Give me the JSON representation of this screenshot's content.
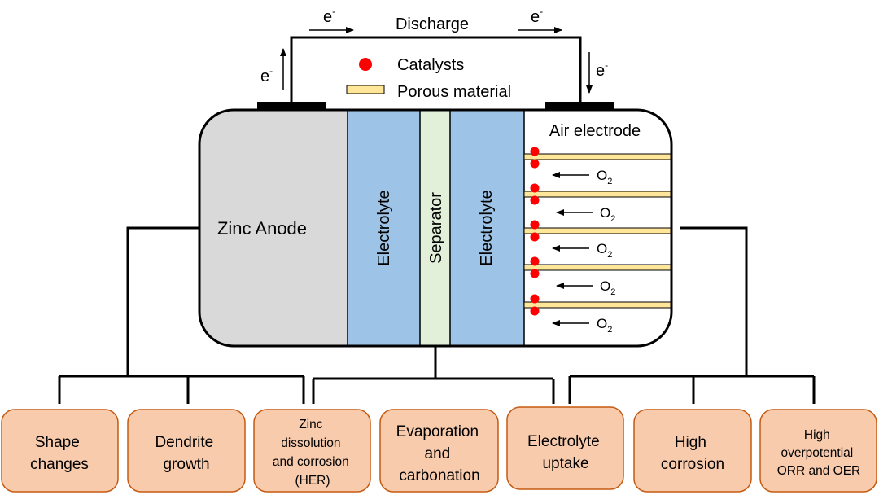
{
  "circuit": {
    "title": "Discharge",
    "electron_symbol": "e",
    "electron_superscript": "-"
  },
  "legend": {
    "catalysts": "Catalysts",
    "porous_material": "Porous material"
  },
  "battery": {
    "zinc_anode": "Zinc Anode",
    "electrolyte_left": "Electrolyte",
    "separator": "Separator",
    "electrolyte_right": "Electrolyte",
    "air_electrode": "Air electrode",
    "oxygen_symbol": "O",
    "oxygen_subscript": "2"
  },
  "issues": {
    "shape_changes": [
      "Shape",
      "changes"
    ],
    "dendrite_growth": [
      "Dendrite",
      "growth"
    ],
    "zinc_dissolution": [
      "Zinc",
      "dissolution",
      "and corrosion",
      "(HER)"
    ],
    "evaporation": [
      "Evaporation",
      "and",
      "carbonation"
    ],
    "electrolyte_uptake": [
      "Electrolyte",
      "uptake"
    ],
    "high_corrosion": [
      "High",
      "corrosion"
    ],
    "high_overpotential": [
      "High",
      "overpotential",
      "ORR and OER"
    ]
  },
  "colors": {
    "anode": "#d9d9d9",
    "electrolyte": "#9dc3e6",
    "separator": "#e2efd9",
    "porous": "#ffe699",
    "catalyst": "#ff0000",
    "issue_box_fill": "#f8cbad",
    "issue_box_stroke": "#c55a11"
  }
}
